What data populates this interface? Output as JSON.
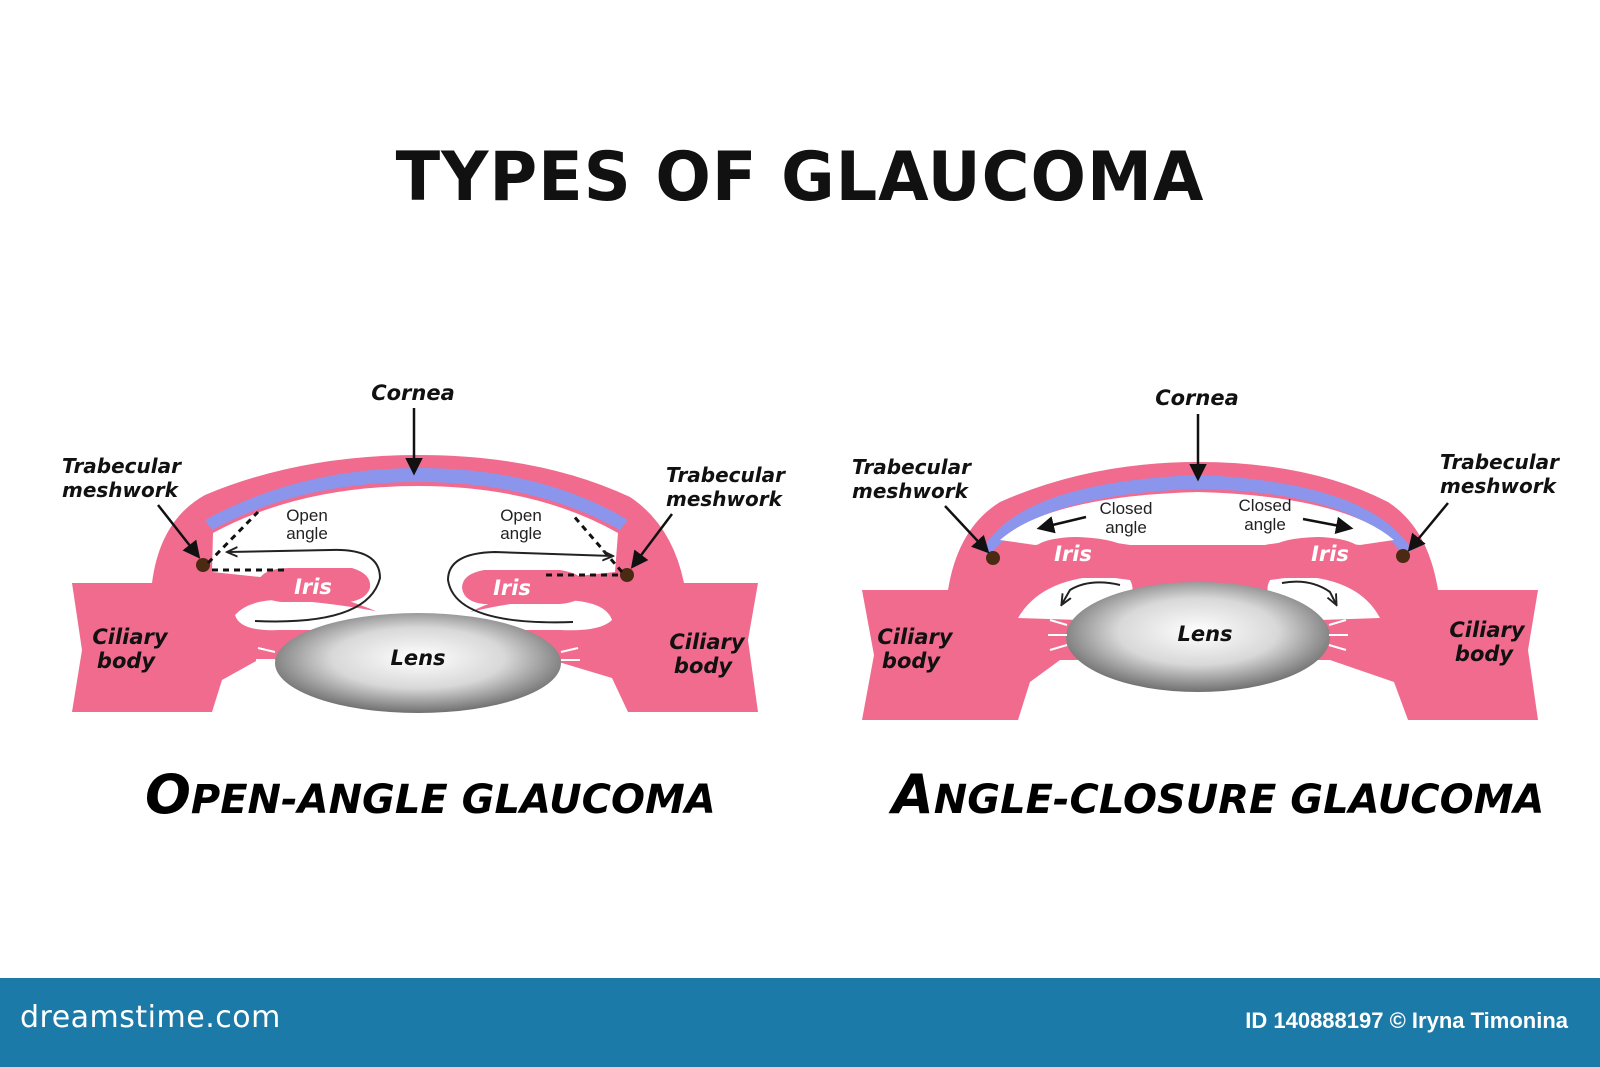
{
  "title": "TYPES OF GLAUCOMA",
  "colors": {
    "tissue": "#f06b8e",
    "cornea_inner": "#8c95ec",
    "lens_dark": "#7d7d7d",
    "meshwork": "#4a2a12",
    "footer": "#1b7aa8"
  },
  "left": {
    "cornea": "Cornea",
    "trab_left_1": "Trabecular",
    "trab_left_2": "meshwork",
    "trab_right_1": "Trabecular",
    "trab_right_2": "meshwork",
    "angle_left_1": "Open",
    "angle_left_2": "angle",
    "angle_right_1": "Open",
    "angle_right_2": "angle",
    "iris_left": "Iris",
    "iris_right": "Iris",
    "lens": "Lens",
    "ciliary_left_1": "Ciliary",
    "ciliary_left_2": "body",
    "ciliary_right_1": "Ciliary",
    "ciliary_right_2": "body",
    "subtitle_cap": "O",
    "subtitle_rest": "PEN-ANGLE GLAUCOMA"
  },
  "right": {
    "cornea": "Cornea",
    "trab_left_1": "Trabecular",
    "trab_left_2": "meshwork",
    "trab_right_1": "Trabecular",
    "trab_right_2": "meshwork",
    "angle_left_1": "Closed",
    "angle_left_2": "angle",
    "angle_right_1": "Closed",
    "angle_right_2": "angle",
    "iris_left": "Iris",
    "iris_right": "Iris",
    "lens": "Lens",
    "ciliary_left_1": "Ciliary",
    "ciliary_left_2": "body",
    "ciliary_right_1": "Ciliary",
    "ciliary_right_2": "body",
    "subtitle_cap": "A",
    "subtitle_rest": "NGLE-CLOSURE GLAUCOMA"
  },
  "footer": {
    "logo": "dreamstime.com",
    "id_text": "ID 140888197 © Iryna Timonina"
  }
}
